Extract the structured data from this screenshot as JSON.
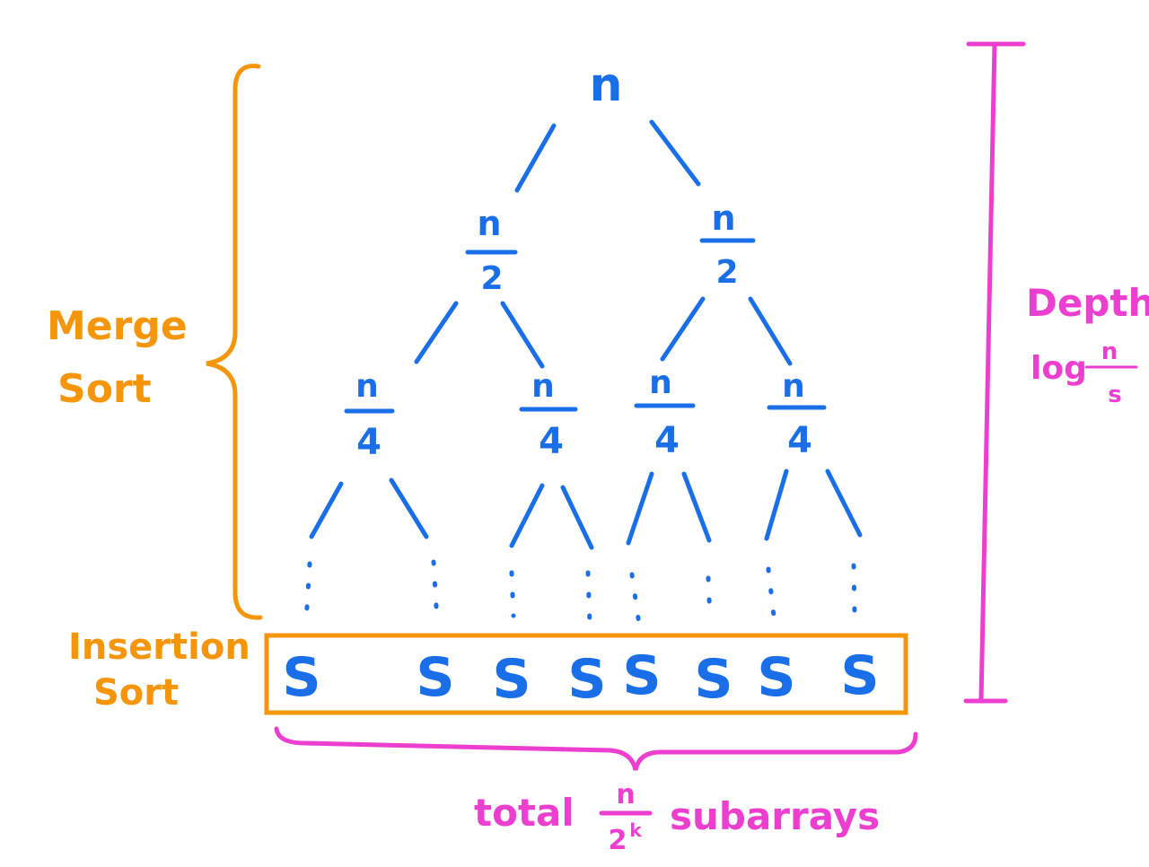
{
  "tree": {
    "root": "n",
    "level1": {
      "num": "n",
      "den": "2"
    },
    "level2": {
      "num": "n",
      "den": "4"
    },
    "leaf": "S"
  },
  "left_labels": {
    "merge_sort": [
      "Merge",
      "Sort"
    ],
    "insertion_sort": [
      "Insertion",
      "Sort"
    ]
  },
  "depth": {
    "label": "Depth",
    "log": "log",
    "num": "n",
    "den": "s"
  },
  "bottom": {
    "prefix": "total",
    "num": "n",
    "den_base": "2",
    "den_exp": "k",
    "suffix": "subarrays"
  },
  "colors": {
    "tree": "#1a6fe8",
    "orange": "#f5960a",
    "magenta": "#ec3fd0"
  }
}
